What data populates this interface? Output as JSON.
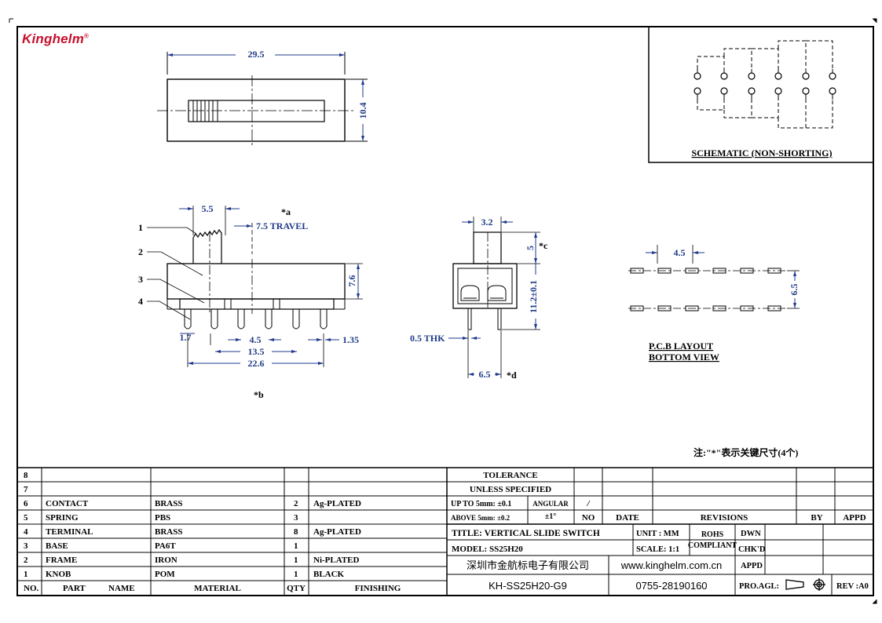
{
  "brand": {
    "name": "Kinghelm",
    "mark": "®"
  },
  "dimensions": {
    "top_width": "29.5",
    "top_height": "10.4",
    "knob_width": "5.5",
    "star_a": "*a",
    "travel": "7.5 TRAVEL",
    "side_height": "7.6",
    "pin_pitch": "4.5",
    "pin_width": "1.7",
    "pin_thickness": "1.35",
    "span_inner": "13.5",
    "span_outer": "22.6",
    "star_b": "*b",
    "end_knob": "3.2",
    "end_knob_h": "5",
    "star_c": "*c",
    "end_height": "11.2±0.1",
    "thk": "0.5 THK",
    "end_width": "6.5",
    "star_d": "*d",
    "pcb_pitch": "4.5",
    "pcb_row": "6.5"
  },
  "callouts": [
    "1",
    "2",
    "3",
    "4"
  ],
  "schematic_title": "SCHEMATIC (NON-SHORTING)",
  "pcb_title_1": "P.C.B LAYOUT",
  "pcb_title_2": "BOTTOM VIEW",
  "note": "注:\"*\"表示关键尺寸(4个)",
  "bom": {
    "rows": [
      {
        "no": "8",
        "part": "",
        "material": "",
        "qty": "",
        "finishing": ""
      },
      {
        "no": "7",
        "part": "",
        "material": "",
        "qty": "",
        "finishing": ""
      },
      {
        "no": "6",
        "part": "CONTACT",
        "material": "BRASS",
        "qty": "2",
        "finishing": "Ag-PLATED"
      },
      {
        "no": "5",
        "part": "SPRING",
        "material": "PBS",
        "qty": "3",
        "finishing": ""
      },
      {
        "no": "4",
        "part": "TERMINAL",
        "material": "BRASS",
        "qty": "8",
        "finishing": "Ag-PLATED"
      },
      {
        "no": "3",
        "part": "BASE",
        "material": "PA6T",
        "qty": "1",
        "finishing": ""
      },
      {
        "no": "2",
        "part": "FRAME",
        "material": "IRON",
        "qty": "1",
        "finishing": "Ni-PLATED"
      },
      {
        "no": "1",
        "part": "KNOB",
        "material": "POM",
        "qty": "1",
        "finishing": "BLACK"
      }
    ],
    "header": {
      "no": "NO.",
      "part1": "PART",
      "part2": "NAME",
      "material": "MATERIAL",
      "qty": "QTY",
      "finishing": "FINISHING"
    }
  },
  "title_block": {
    "tolerance": "TOLERANCE",
    "unless": "UNLESS SPECIFIED",
    "upto": "UP TO 5mm: ±0.1",
    "angular": "ANGULAR",
    "angular_mark": "/",
    "above": "ABOVE 5mm: ±0.2",
    "angular_val": "±1°",
    "no_label": "NO",
    "date_label": "DATE",
    "revisions_label": "REVISIONS",
    "by_label": "BY",
    "appd_label": "APPD",
    "title": "TITLE: VERTICAL SLIDE SWITCH",
    "unit": "UNIT : MM",
    "rohs1": "ROHS",
    "rohs2": "COMPLIANT",
    "dwn": "DWN",
    "model": "MODEL: SS25H20",
    "scale": "SCALE: 1:1",
    "chkd": "CHK'D",
    "company": "深圳市金航标电子有限公司",
    "website": "www.kinghelm.com.cn",
    "appd2": "APPD",
    "part_no": "KH-SS25H20-G9",
    "phone": "0755-28190160",
    "proj": "PRO.AGL:",
    "rev": "REV :A0"
  }
}
